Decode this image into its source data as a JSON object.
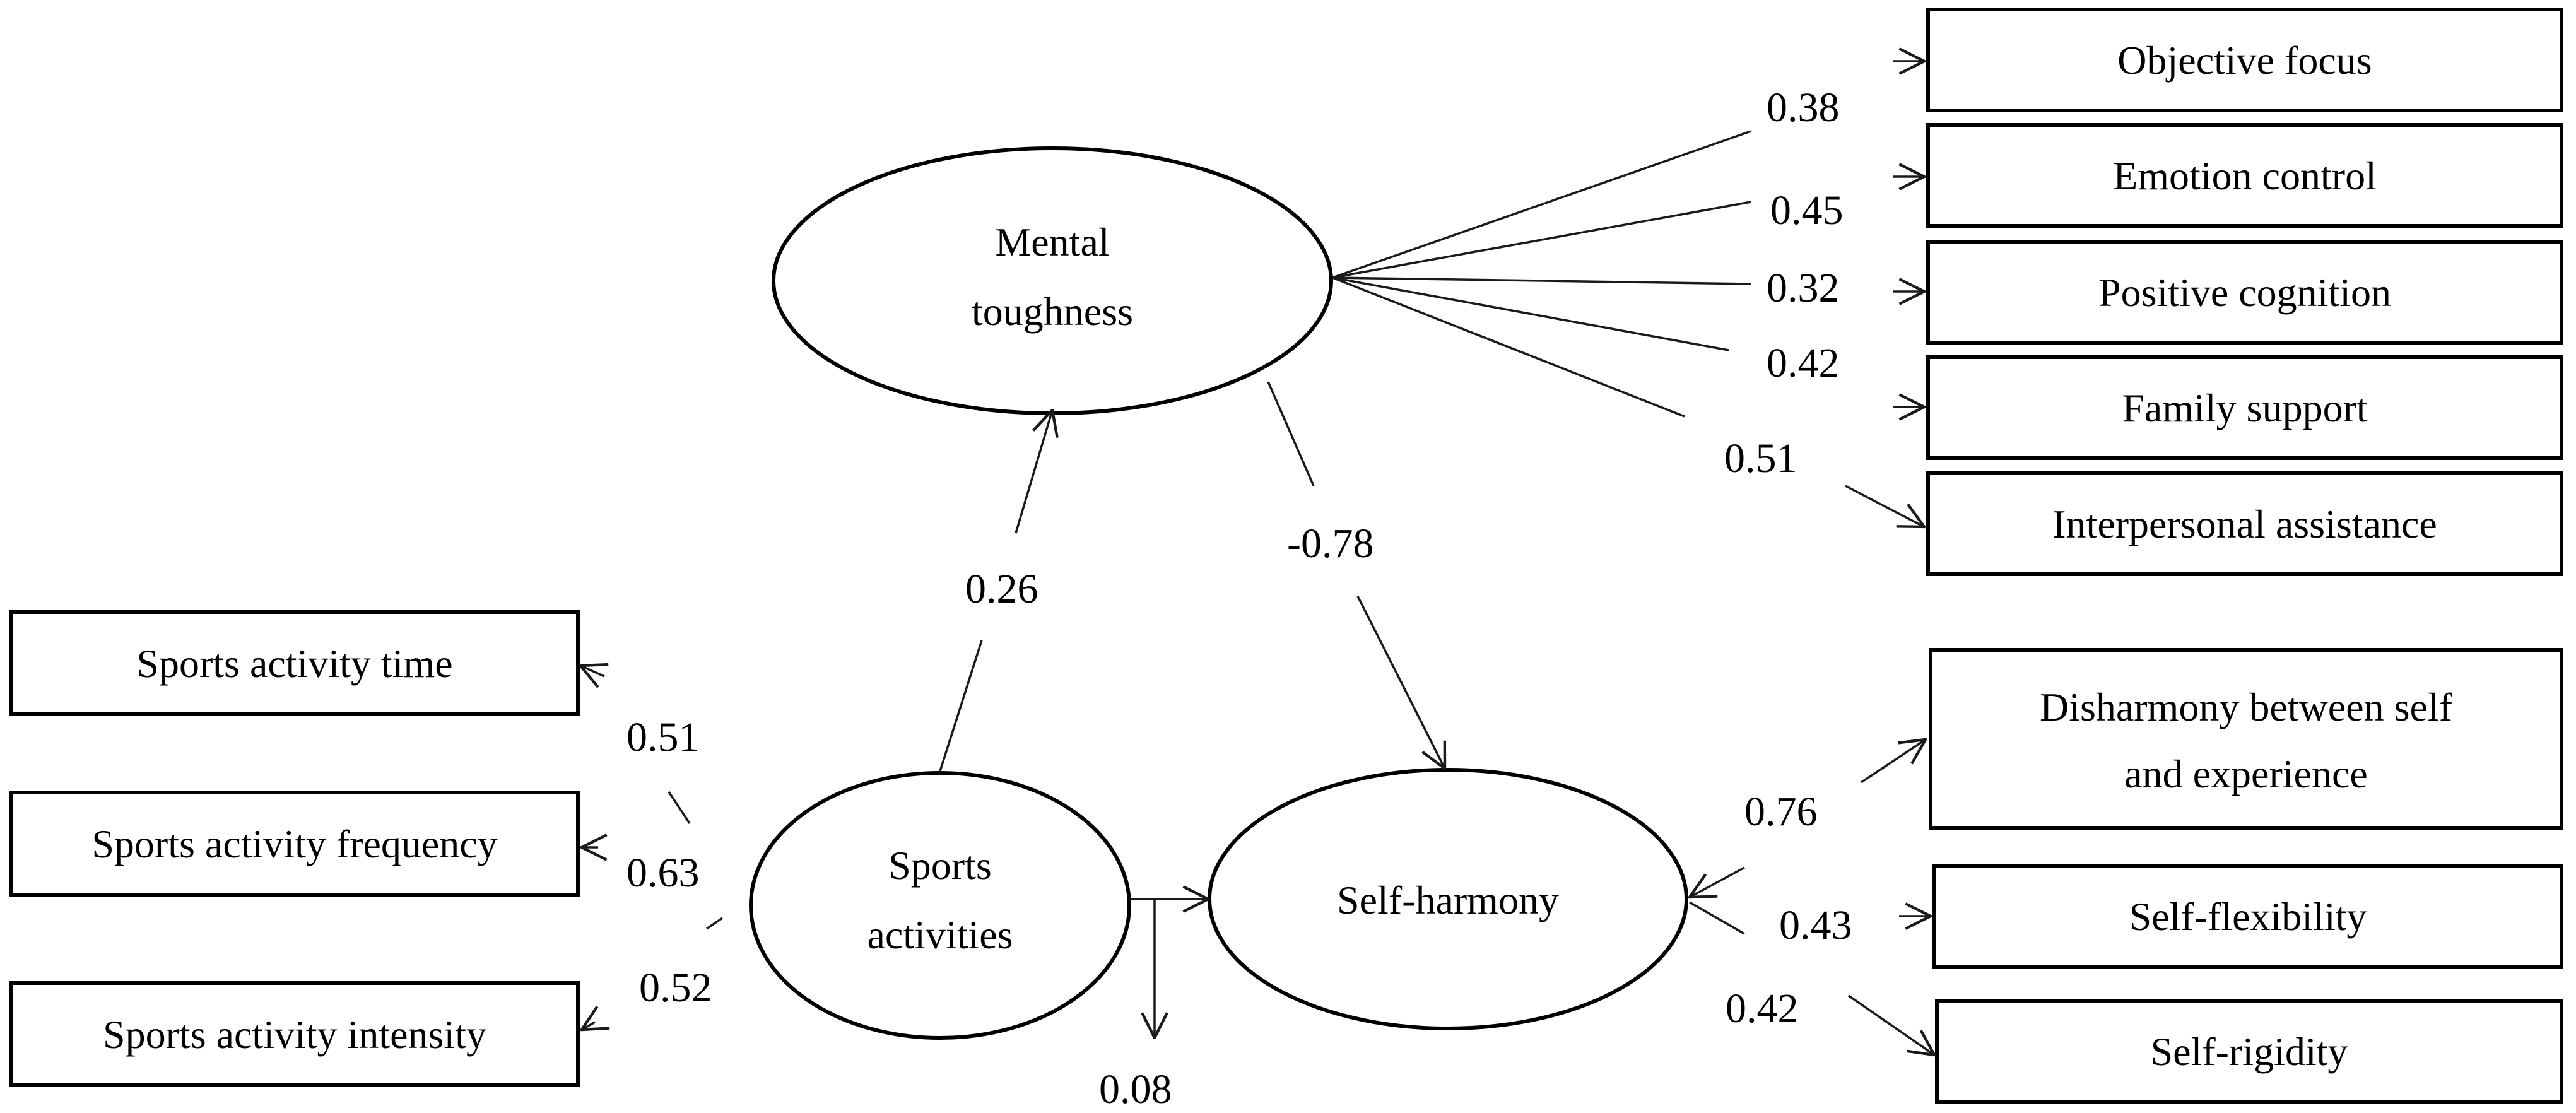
{
  "latent_variables": {
    "mental_toughness": [
      "Mental",
      "toughness"
    ],
    "sports_activities": [
      "Sports",
      "activities"
    ],
    "self_harmony": "Self-harmony"
  },
  "mental_toughness_indicators": [
    {
      "label": "Objective focus",
      "loading": "0.38"
    },
    {
      "label": "Emotion control",
      "loading": "0.45"
    },
    {
      "label": "Positive cognition",
      "loading": "0.32"
    },
    {
      "label": "Family support",
      "loading": "0.42"
    },
    {
      "label": "Interpersonal assistance",
      "loading": "0.51"
    }
  ],
  "sports_activities_indicators": [
    {
      "label": "Sports activity time",
      "loading": "0.51"
    },
    {
      "label": "Sports activity frequency",
      "loading": "0.63"
    },
    {
      "label": "Sports activity intensity",
      "loading": "0.52"
    }
  ],
  "self_harmony_indicators": [
    {
      "label": [
        "Disharmony between self",
        "and experience"
      ],
      "loading": "0.76"
    },
    {
      "label": "Self-flexibility",
      "loading": "0.43"
    },
    {
      "label": "Self-rigidity",
      "loading": "0.42"
    }
  ],
  "paths": {
    "sports_to_mental": "0.26",
    "mental_to_self_harmony": "-0.78",
    "sports_to_self_harmony": "0.08"
  }
}
